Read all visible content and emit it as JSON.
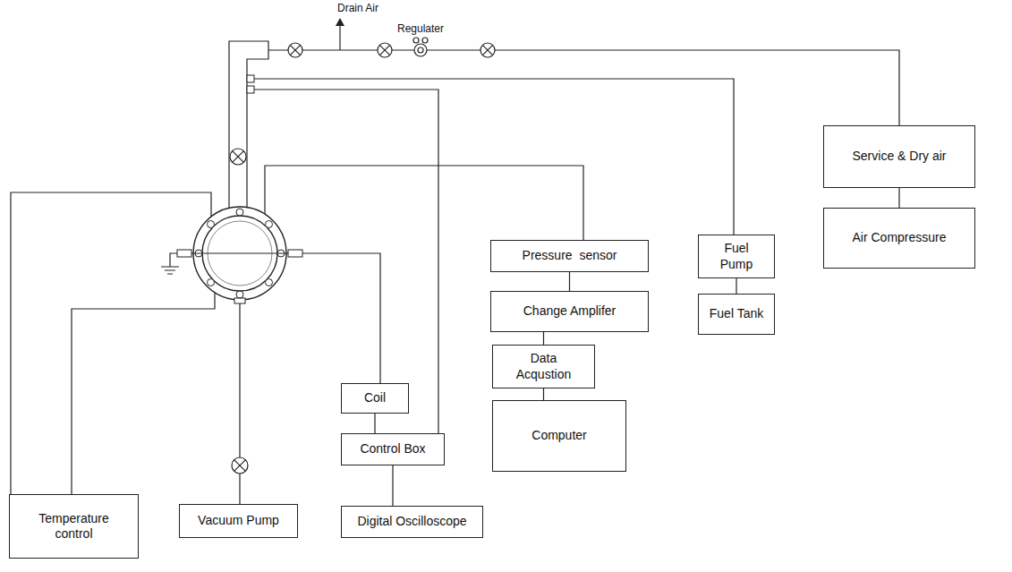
{
  "diagram": {
    "nodes": [
      {
        "text": [
          "Service & Dry air"
        ]
      },
      {
        "text": [
          "Air Compressure"
        ]
      },
      {
        "text": [
          "Fuel Pump"
        ]
      },
      {
        "text": [
          "Fuel Tank"
        ]
      },
      {
        "text": [
          "Pressure  sensor"
        ]
      },
      {
        "text": [
          "Change Amplifer"
        ]
      },
      {
        "text": [
          "Data Acqustion"
        ]
      },
      {
        "text": [
          "Computer"
        ]
      },
      {
        "text": [
          "Coil"
        ]
      },
      {
        "text": [
          "Control Box"
        ]
      },
      {
        "text": [
          "Digital Oscilloscope"
        ]
      },
      {
        "text": [
          "Temperature control"
        ]
      },
      {
        "text": [
          "Vacuum Pump"
        ]
      }
    ],
    "edges": [
      {
        "from": 0,
        "to": 1,
        "arrow": "none"
      },
      {
        "from": 2,
        "to": 3,
        "arrow": "none"
      },
      {
        "from": 4,
        "to": 5,
        "arrow": "none"
      },
      {
        "from": 5,
        "to": 6,
        "arrow": "none"
      },
      {
        "from": 6,
        "to": 7,
        "arrow": "none"
      },
      {
        "from": 8,
        "to": 9,
        "arrow": "none"
      },
      {
        "from": 9,
        "to": 10,
        "arrow": "none"
      }
    ],
    "labels": [
      "Drain Air",
      "Regulater"
    ]
  }
}
